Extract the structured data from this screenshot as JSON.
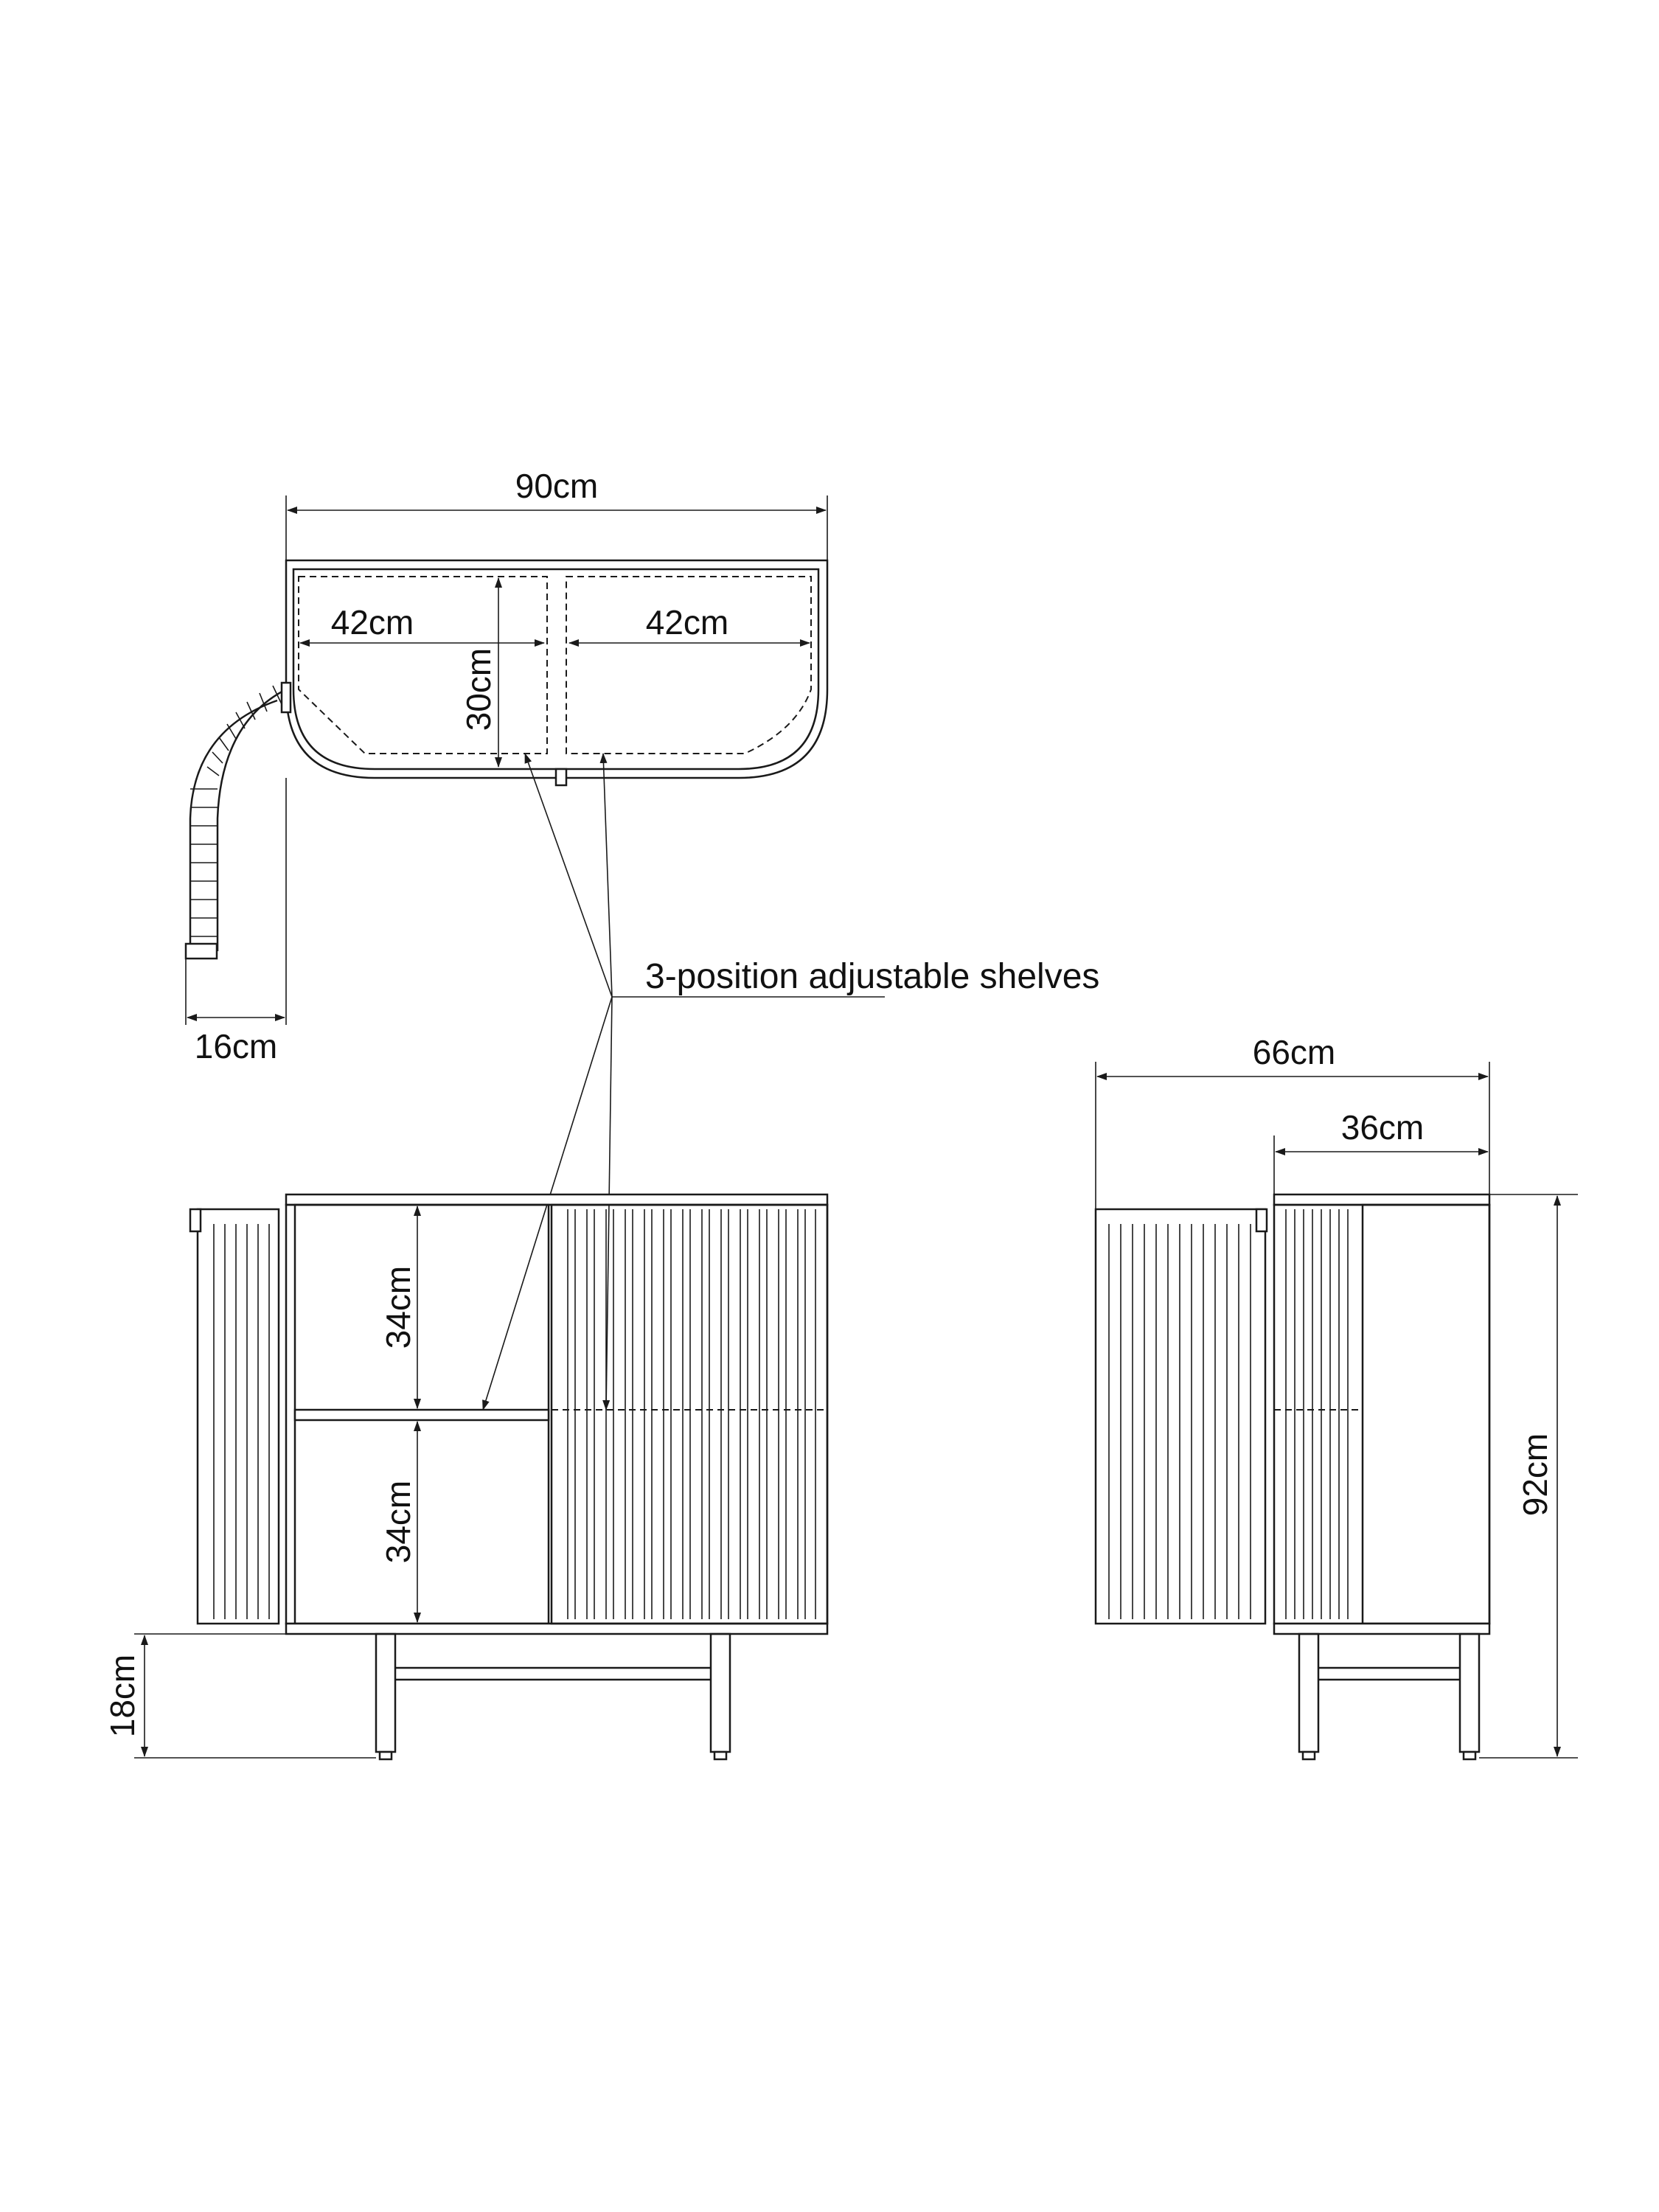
{
  "diagram": {
    "colors": {
      "line": "#1a1a1a",
      "background": "#ffffff"
    },
    "top_view": {
      "overall_width": "90cm",
      "left_compartment_width": "42cm",
      "right_compartment_width": "42cm",
      "depth": "30cm",
      "door_swing": "16cm"
    },
    "callout": {
      "text": "3-position adjustable shelves"
    },
    "front_view": {
      "upper_shelf_gap": "34cm",
      "lower_shelf_gap": "34cm",
      "leg_height": "18cm"
    },
    "side_view": {
      "overall_width": "66cm",
      "partial_width": "36cm",
      "height": "92cm"
    }
  }
}
